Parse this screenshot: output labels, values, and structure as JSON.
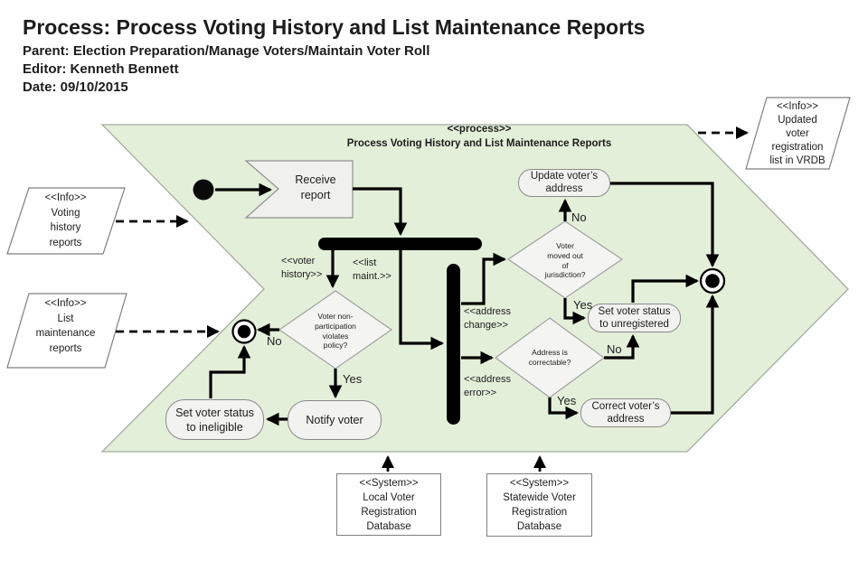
{
  "header": {
    "title": "Process: Process Voting History and List Maintenance Reports",
    "parent": "Parent: Election Preparation/Manage Voters/Maintain Voter Roll",
    "editor": "Editor: Kenneth Bennett",
    "date": "Date: 09/10/2015"
  },
  "process": {
    "stereotype": "<<process>>",
    "name": "Process Voting History and List Maintenance Reports"
  },
  "actions": {
    "receive_report": "Receive\nreport",
    "update_address": "Update voter’s\naddress",
    "set_unregistered": "Set voter status\nto unregistered",
    "correct_address": "Correct voter’s\naddress",
    "notify_voter": "Notify voter",
    "set_ineligible": "Set voter status\nto ineligible"
  },
  "decisions": {
    "non_participation": "Voter non-\nparticipation\nviolates\npolicy?",
    "moved_out": "Voter\nmoved out\nof\njurisdiction?",
    "correctable": "Address is\ncorrectable?"
  },
  "guards": {
    "nonpart_no": "No",
    "nonpart_yes": "Yes",
    "moved_no": "No",
    "moved_yes": "Yes",
    "correctable_no": "No",
    "correctable_yes": "Yes"
  },
  "flow_labels": {
    "voter_history": "<<voter\nhistory>>",
    "list_maint": "<<list\nmaint.>>",
    "address_change": "<<address\nchange>>",
    "address_error": "<<address\nerror>>"
  },
  "externals": {
    "voting_history_reports": "<<Info>>\nVoting\nhistory\nreports",
    "list_maintenance_reports": "<<Info>>\nList\nmaintenance\nreports",
    "updated_vrdb_list": "<<Info>>\nUpdated\nvoter\nregistration\nlist in VRDB"
  },
  "systems": {
    "local_db": "<<System>>\nLocal Voter\nRegistration\nDatabase",
    "statewide_db": "<<System>>\nStatewide Voter\nRegistration\nDatabase"
  },
  "colors": {
    "chevron_fill": "#e4efda",
    "chevron_border": "#a3aca0",
    "node_fill": "#f2f2f0",
    "node_border": "#8a8a8a",
    "external_fill": "#ffffff",
    "external_border": "#7f7f7f",
    "connector": "#000000",
    "text": "#1c1c1c"
  }
}
